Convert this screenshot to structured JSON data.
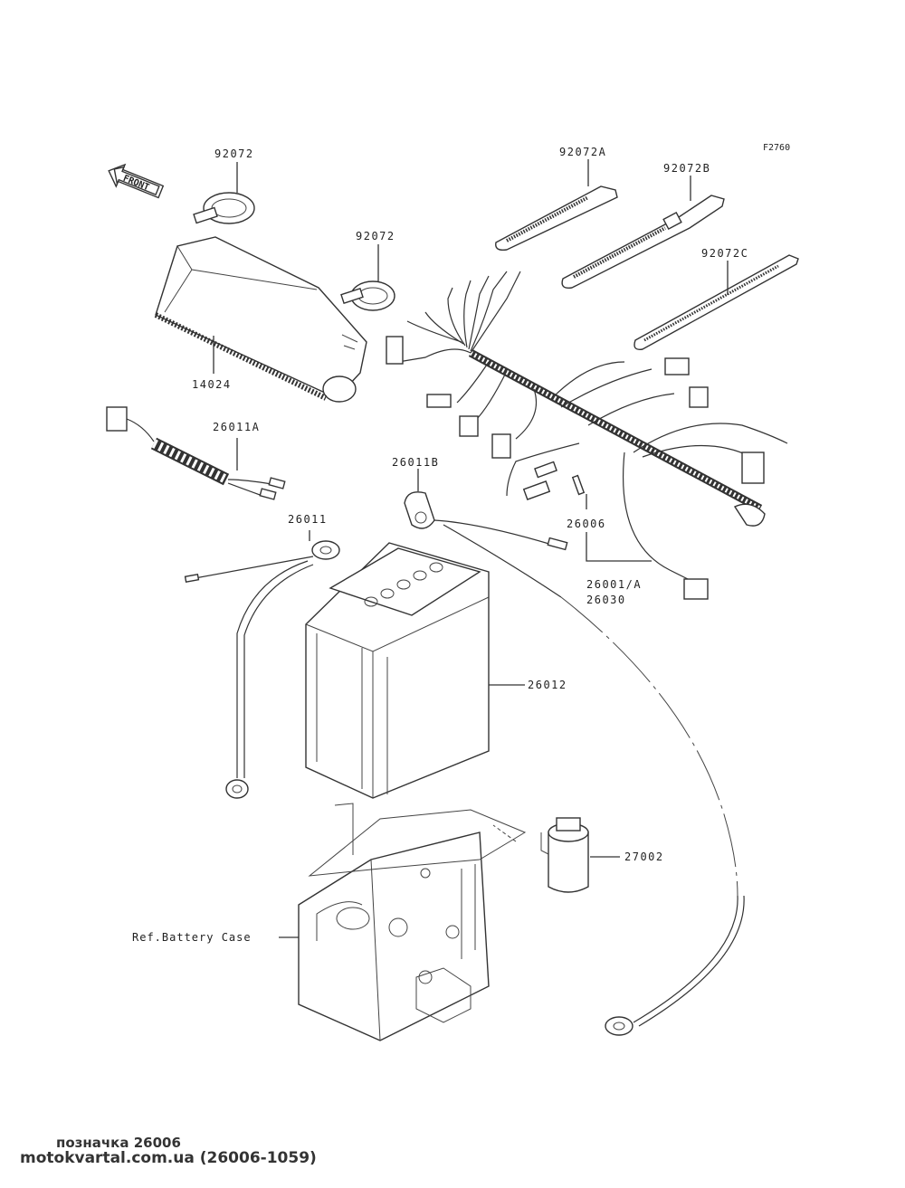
{
  "figure_code": "F2760",
  "front_marker": "FRONT",
  "labels": {
    "p92072_top": "92072",
    "p92072_mid": "92072",
    "p92072A": "92072A",
    "p92072B": "92072B",
    "p92072C": "92072C",
    "p14024": "14024",
    "p26011A": "26011A",
    "p26011B": "26011B",
    "p26011": "26011",
    "p26006": "26006",
    "p26001A": "26001/A",
    "p26030": "26030",
    "p26012": "26012",
    "p27002": "27002",
    "battery_case": "Ref.Battery Case"
  },
  "caption": {
    "line1": "позначка 26006",
    "line2": "motokvartal.com.ua (26006-1059)"
  },
  "colors": {
    "line": "#333333",
    "background": "#ffffff"
  }
}
